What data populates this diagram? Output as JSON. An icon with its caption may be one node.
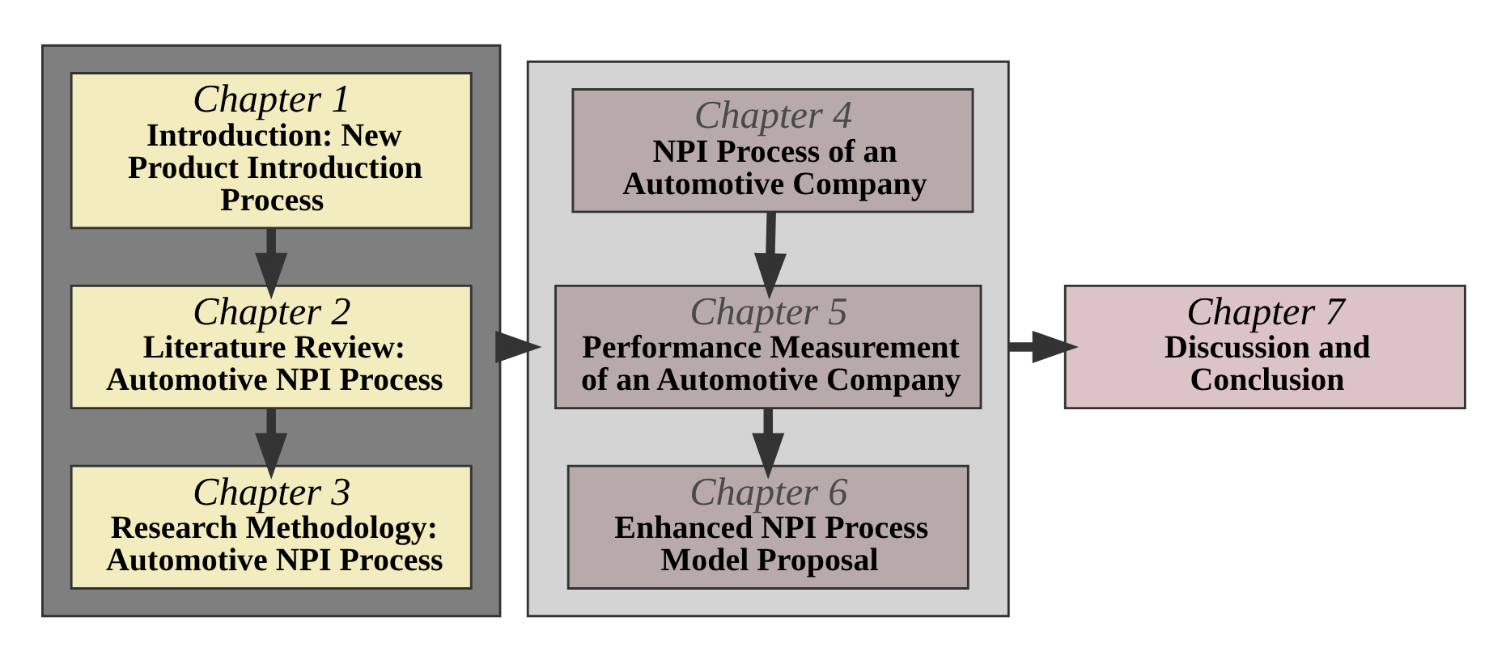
{
  "diagram": {
    "nodes": [
      {
        "text": [],
        "shape": "box"
      },
      {
        "text": [
          "Chapter 1",
          "Introduction: New Product Introduction Process"
        ],
        "in": 0
      },
      {
        "text": [
          "Chapter 2",
          "Literature Review: Automotive NPI Process"
        ],
        "in": 0
      },
      {
        "text": [
          "Chapter 3",
          "Research Methodology: Automotive NPI Process"
        ],
        "in": 0
      },
      {
        "text": [],
        "shape": "box"
      },
      {
        "text": [
          "Chapter 4",
          "NPI Process of an Automotive Company"
        ],
        "in": 4
      },
      {
        "text": [
          "Chapter 5",
          "Performance Measurement of an Automotive Company"
        ],
        "in": 4
      },
      {
        "text": [
          "Chapter 6",
          "Enhanced NPI Process Model Proposal"
        ],
        "in": 4
      },
      {
        "text": [
          "Chapter 7",
          "Discussion and Conclusion"
        ]
      }
    ],
    "edges": [
      {
        "from": 1,
        "to": 2,
        "arrow": "to"
      },
      {
        "from": 2,
        "to": 3,
        "arrow": "to"
      },
      {
        "from": 0,
        "to": 4,
        "arrow": "to"
      },
      {
        "from": 5,
        "to": 6,
        "arrow": "to"
      },
      {
        "from": 6,
        "to": 7,
        "arrow": "to"
      },
      {
        "from": 4,
        "to": 8,
        "arrow": "to"
      }
    ]
  }
}
